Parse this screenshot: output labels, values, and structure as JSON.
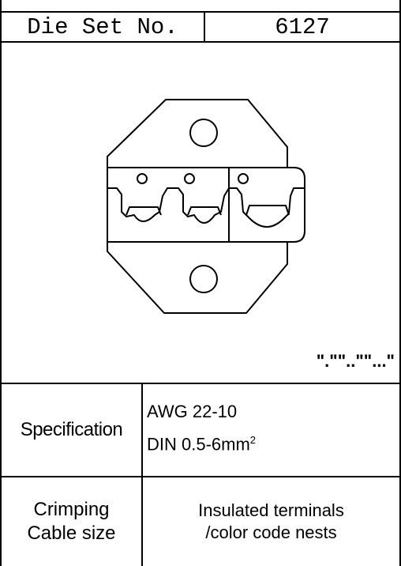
{
  "header": {
    "die_set_label": "Die Set No.",
    "die_set_number": "6127"
  },
  "drawing": {
    "profile_marks": "\".\"\"..\"\"...\""
  },
  "specification": {
    "label": "Specification",
    "awg": "AWG 22-10",
    "din_prefix": "DIN 0.5-6mm",
    "din_sup": "2"
  },
  "crimping": {
    "label_line1": "Crimping",
    "label_line2": "Cable size",
    "value_line1": "Insulated terminals",
    "value_line2": "/color code nests"
  }
}
